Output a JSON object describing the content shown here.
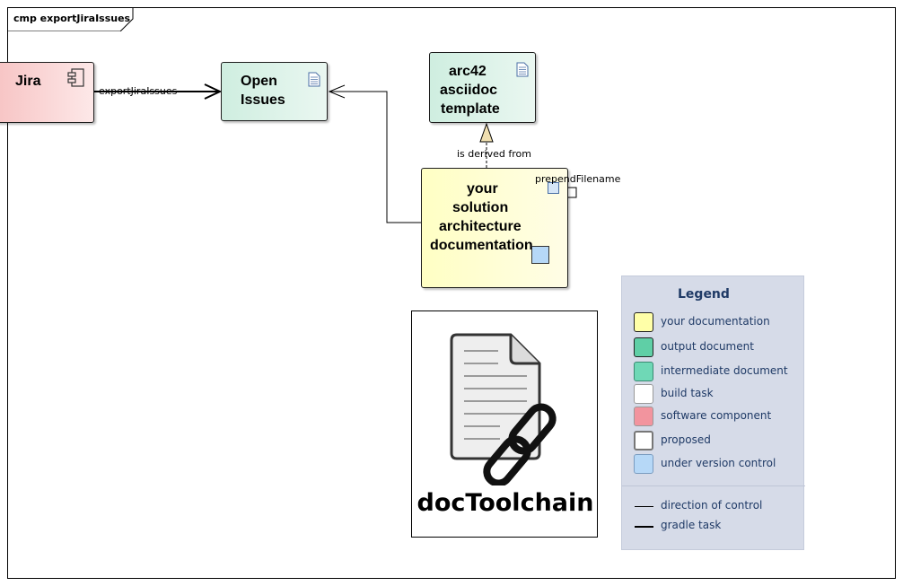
{
  "frame": {
    "title": "cmp exportJiraIssues"
  },
  "nodes": {
    "jira": {
      "label": "Jira"
    },
    "open_issues": {
      "line1": "Open",
      "line2": "Issues"
    },
    "arc42": {
      "line1": "arc42",
      "line2": "asciidoc",
      "line3": "template"
    },
    "your_doc": {
      "line1": "your",
      "line2": "solution",
      "line3": "architecture",
      "line4": "documentation"
    }
  },
  "edges": {
    "export": "exportJiraIssues",
    "derived": "is derived from",
    "prepend": "prependFilename"
  },
  "logo": {
    "text": "docToolchain"
  },
  "legend": {
    "title": "Legend",
    "items": [
      {
        "label": "your documentation",
        "color": "#ffffa8"
      },
      {
        "label": "output document",
        "color": "#5fcfa6"
      },
      {
        "label": "intermediate document",
        "color": "#6fd8b6"
      },
      {
        "label": "build task",
        "color": "#ffffff"
      },
      {
        "label": "software component",
        "color": "#f2949e"
      },
      {
        "label": "proposed",
        "color": "#ffffff"
      },
      {
        "label": "under version control",
        "color": "#b6d8f7"
      }
    ],
    "lines": [
      {
        "label": "direction of control"
      },
      {
        "label": "gradle task"
      }
    ]
  }
}
